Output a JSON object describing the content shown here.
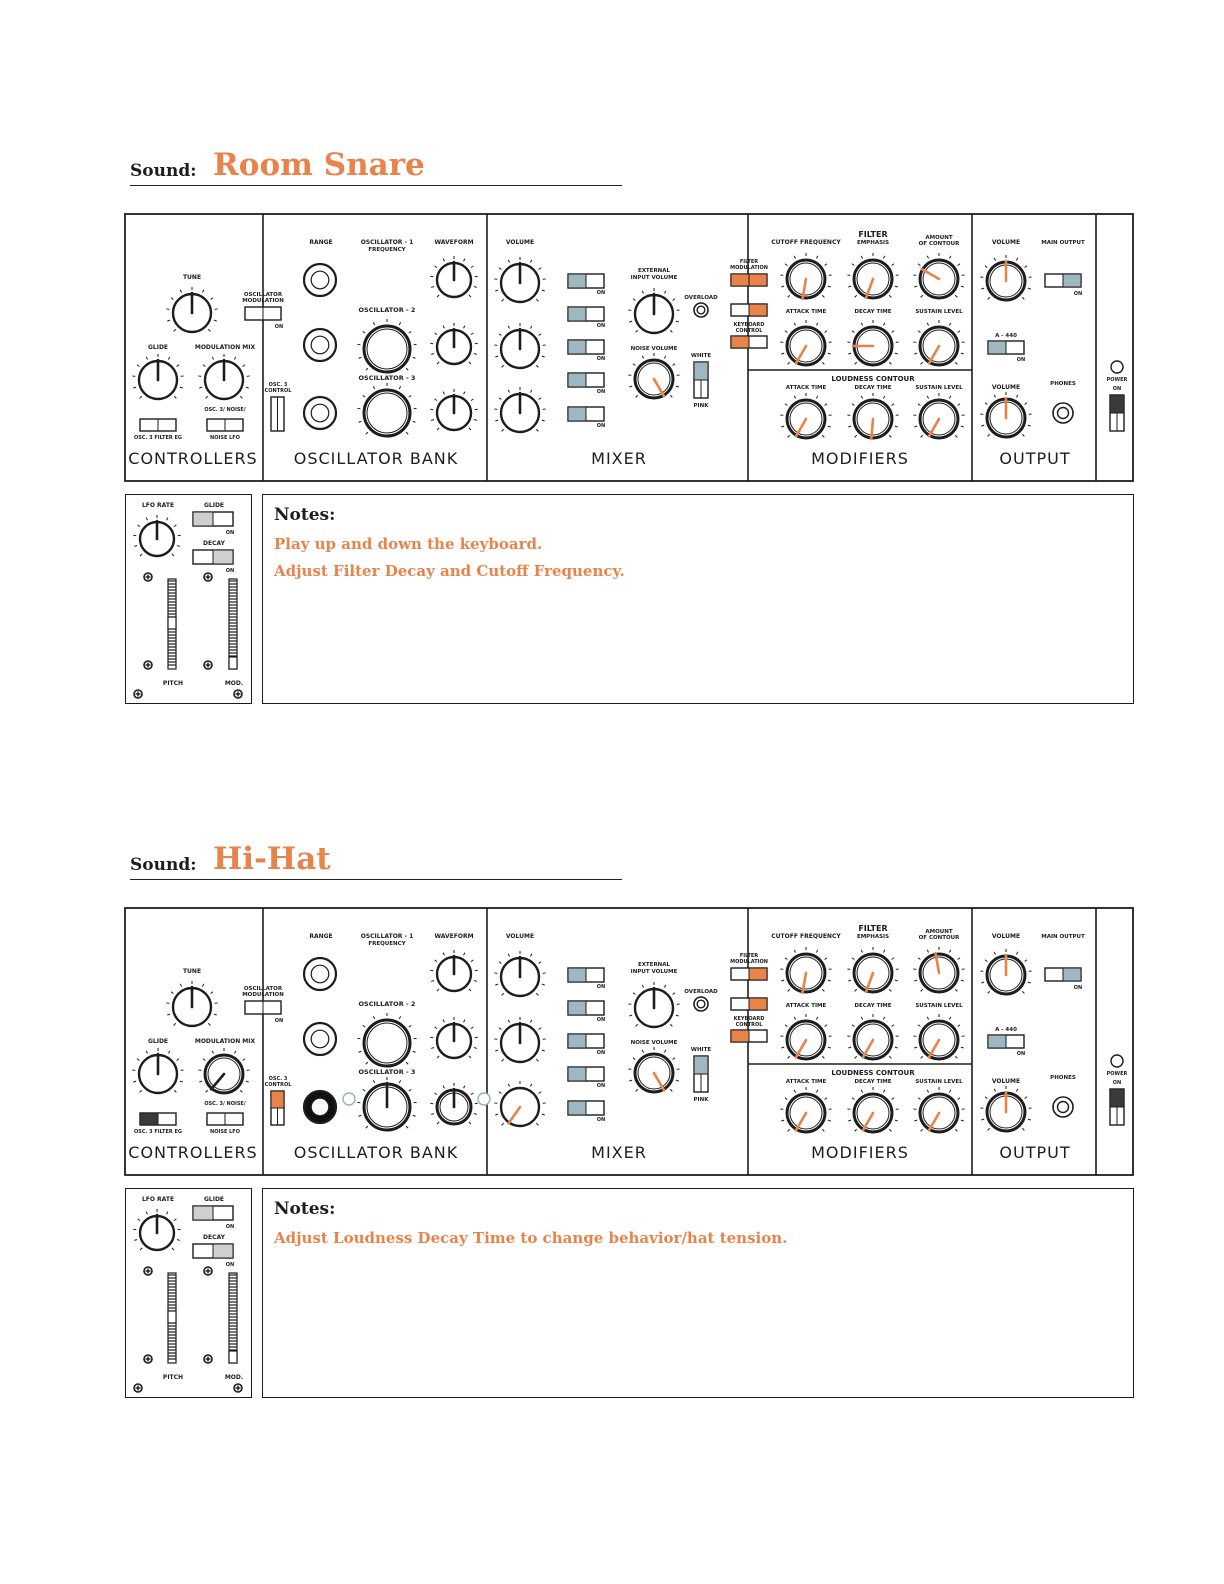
{
  "colors": {
    "accent": "#e8834a",
    "switch_blue": "#9fb7c0",
    "switch_gray": "#cfcfcf",
    "line": "#1d1d1d",
    "dark_switch": "#3a3a3a"
  },
  "sound_label": "Sound:",
  "sections": {
    "controllers": "CONTROLLERS",
    "oscillator_bank": "OSCILLATOR   BANK",
    "mixer": "MIXER",
    "modifiers": "MODIFIERS",
    "output": "OUTPUT"
  },
  "labels": {
    "tune": "TUNE",
    "glide": "GLIDE",
    "modulation_mix": "MODULATION MIX",
    "osc_modulation": "OSCILLATOR MODULATION",
    "osc3_filter_eg": "OSC. 3   FILTER EG",
    "noise_lfo": "NOISE      LFO",
    "osc3_noise": "OSC. 3/  NOISE/",
    "range": "RANGE",
    "osc1_freq": "OSCILLATOR - 1 FREQUENCY",
    "osc2": "OSCILLATOR - 2",
    "osc3": "OSCILLATOR - 3",
    "waveform": "WAVEFORM",
    "osc3_control": "OSC. 3 CONTROL",
    "volume": "VOLUME",
    "ext_input": "EXTERNAL INPUT VOLUME",
    "noise_volume": "NOISE VOLUME",
    "overload": "OVERLOAD",
    "white": "WHITE",
    "pink": "PINK",
    "filter": "FILTER",
    "cutoff": "CUTOFF  FREQUENCY",
    "emphasis": "EMPHASIS",
    "amount": "AMOUNT OF CONTOUR",
    "attack": "ATTACK TIME",
    "decay": "DECAY TIME",
    "sustain": "SUSTAIN LEVEL",
    "filter_mod": "FILTER MODULATION",
    "kbd_control": "KEYBOARD CONTROL",
    "loudness": "LOUDNESS CONTOUR",
    "main_output": "MAIN OUTPUT",
    "a440": "A - 440",
    "phones": "PHONES",
    "power": "POWER",
    "on": "ON",
    "lfo_rate": "LFO RATE",
    "decay_small": "DECAY",
    "pitch": "PITCH",
    "mod": "MOD.",
    "notes": "Notes:"
  },
  "patches": [
    {
      "name": "Room Snare",
      "notes": [
        "Play up and down the keyboard.",
        "Adjust Filter Decay and Cutoff Frequency."
      ]
    },
    {
      "name": "Hi-Hat",
      "notes": [
        "Adjust Loudness Decay Time to change behavior/hat tension."
      ]
    }
  ]
}
